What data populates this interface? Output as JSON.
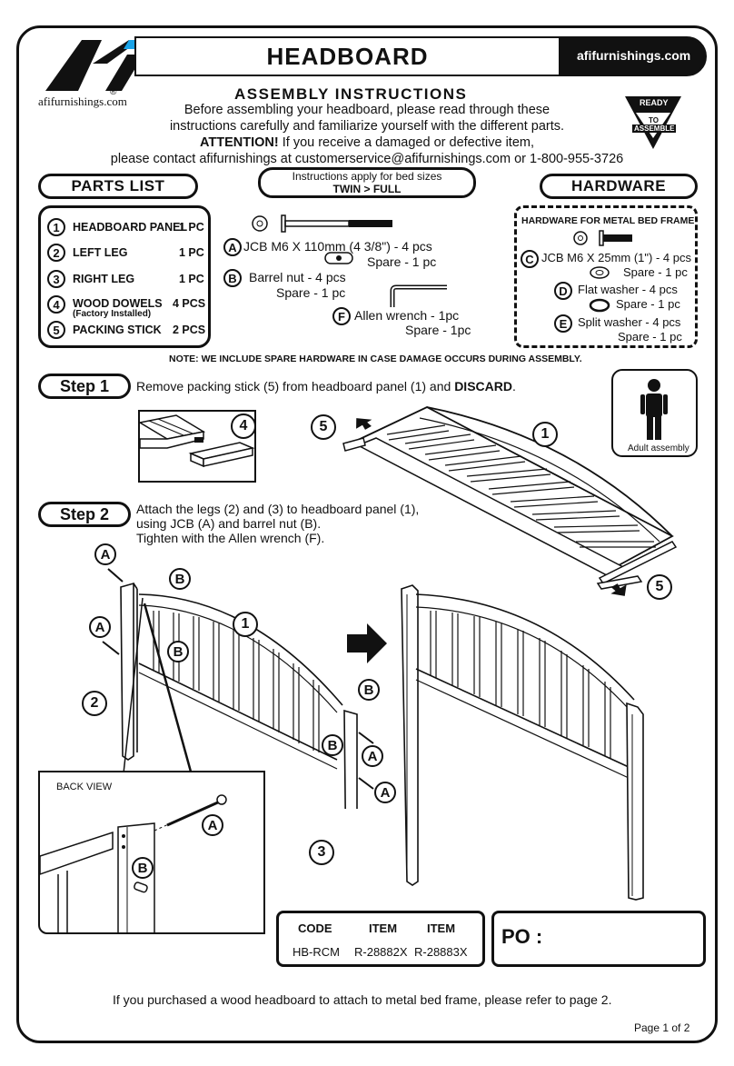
{
  "brand": {
    "logo": "AFi",
    "reg": "®",
    "site_small": "afifurnishings.com",
    "site_banner": "afifurnishings.com"
  },
  "header": {
    "title": "HEADBOARD",
    "subtitle": "ASSEMBLY INSTRUCTIONS",
    "line1": "Before assembling your headboard, please read through these",
    "line2": "instructions carefully and familiarize yourself with the different parts.",
    "attention": "ATTENTION!",
    "line3": " If you receive a damaged or defective item,",
    "line4": "please contact afifurnishings at customerservice@afifurnishings.com or 1-800-955-3726"
  },
  "badge": {
    "top": "READY",
    "mid": "TO",
    "bottom": "ASSEMBLE"
  },
  "parts_list": {
    "title": "PARTS LIST",
    "items": [
      {
        "num": "1",
        "name": "HEADBOARD PANEL",
        "qty": "1 PC"
      },
      {
        "num": "2",
        "name": "LEFT LEG",
        "qty": "1 PC"
      },
      {
        "num": "3",
        "name": "RIGHT LEG",
        "qty": "1 PC"
      },
      {
        "num": "4",
        "name": "WOOD DOWELS",
        "qty": "4 PCS",
        "sub": "(Factory Installed)"
      },
      {
        "num": "5",
        "name": "PACKING STICK",
        "qty": "2 PCS"
      }
    ]
  },
  "sizes": {
    "line1": "Instructions apply for bed sizes",
    "line2": "TWIN > FULL"
  },
  "hardware": {
    "title": "HARDWARE",
    "a": {
      "letter": "A",
      "text": "JCB M6 X 110mm (4 3/8\") - 4 pcs",
      "spare": "Spare - 1 pc"
    },
    "b": {
      "letter": "B",
      "text": "Barrel nut - 4 pcs",
      "spare": "Spare - 1 pc"
    },
    "f": {
      "letter": "F",
      "text": "Allen wrench - 1pc",
      "spare": "Spare - 1pc"
    },
    "metal": {
      "title": "HARDWARE FOR METAL BED FRAME",
      "c": {
        "letter": "C",
        "text": "JCB M6 X 25mm (1\") - 4 pcs",
        "spare": "Spare - 1 pc"
      },
      "d": {
        "letter": "D",
        "text": "Flat washer - 4 pcs",
        "spare": "Spare - 1 pc"
      },
      "e": {
        "letter": "E",
        "text": "Split washer - 4 pcs",
        "spare": "Spare - 1 pc"
      }
    }
  },
  "note": "NOTE: WE INCLUDE SPARE HARDWARE IN CASE DAMAGE OCCURS DURING ASSEMBLY.",
  "step1": {
    "label": "Step 1",
    "pre": "Remove packing stick (5) from headboard panel (1) and ",
    "bold": "DISCARD",
    "post": "."
  },
  "adult": "Adult assembly",
  "step2": {
    "label": "Step 2",
    "line1": "Attach the legs (2) and (3) to headboard panel (1),",
    "line2": "using JCB (A) and barrel nut (B).",
    "line3": "Tighten with the Allen wrench (F)."
  },
  "back_view": "BACK VIEW",
  "callouts": {
    "one": "1",
    "two": "2",
    "three": "3",
    "four": "4",
    "five": "5",
    "a": "A",
    "b": "B"
  },
  "codes": {
    "h_code": "CODE",
    "h_item1": "ITEM",
    "h_item2": "ITEM",
    "code": "HB-RCM",
    "item1": "R-28882X",
    "item2": "R-28883X"
  },
  "po": "PO :",
  "footer": "If you purchased a wood headboard to attach to metal bed frame, please refer to page 2.",
  "page": "Page 1 of 2"
}
